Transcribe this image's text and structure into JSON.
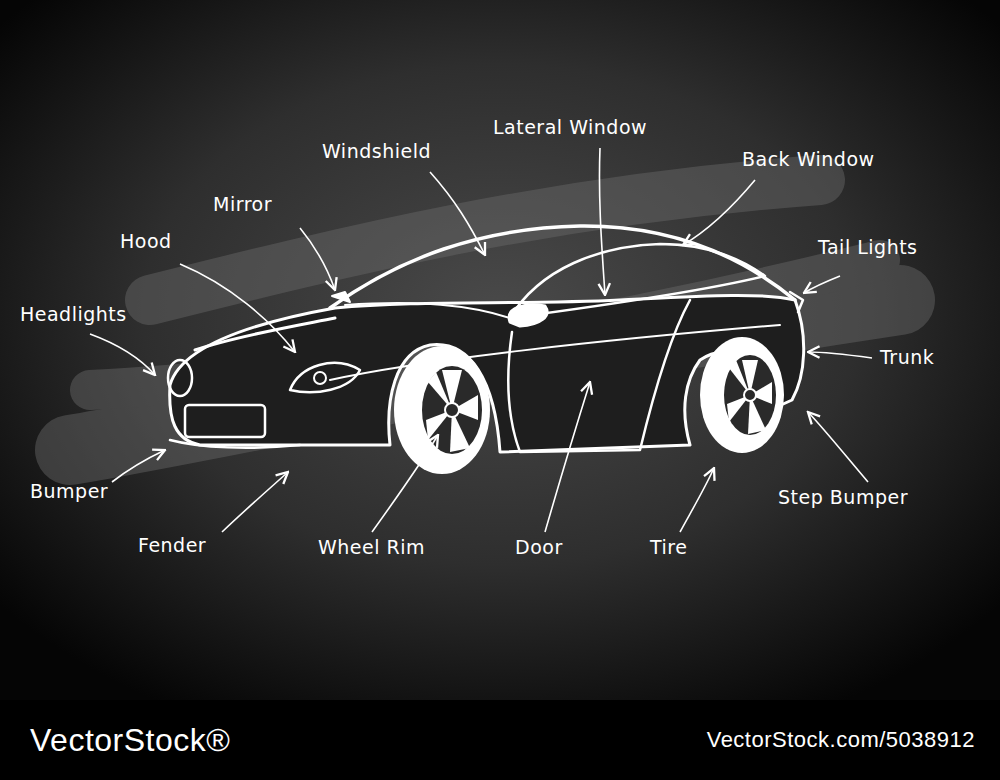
{
  "diagram": {
    "labels": [
      "Windshield",
      "Lateral Window",
      "Back Window",
      "Mirror",
      "Hood",
      "Tail Lights",
      "Headlights",
      "Trunk",
      "Bumper",
      "Step Bumper",
      "Fender",
      "Wheel Rim",
      "Door",
      "Tire",
      "VectorStock®",
      "VectorStock.com/5038912"
    ]
  }
}
